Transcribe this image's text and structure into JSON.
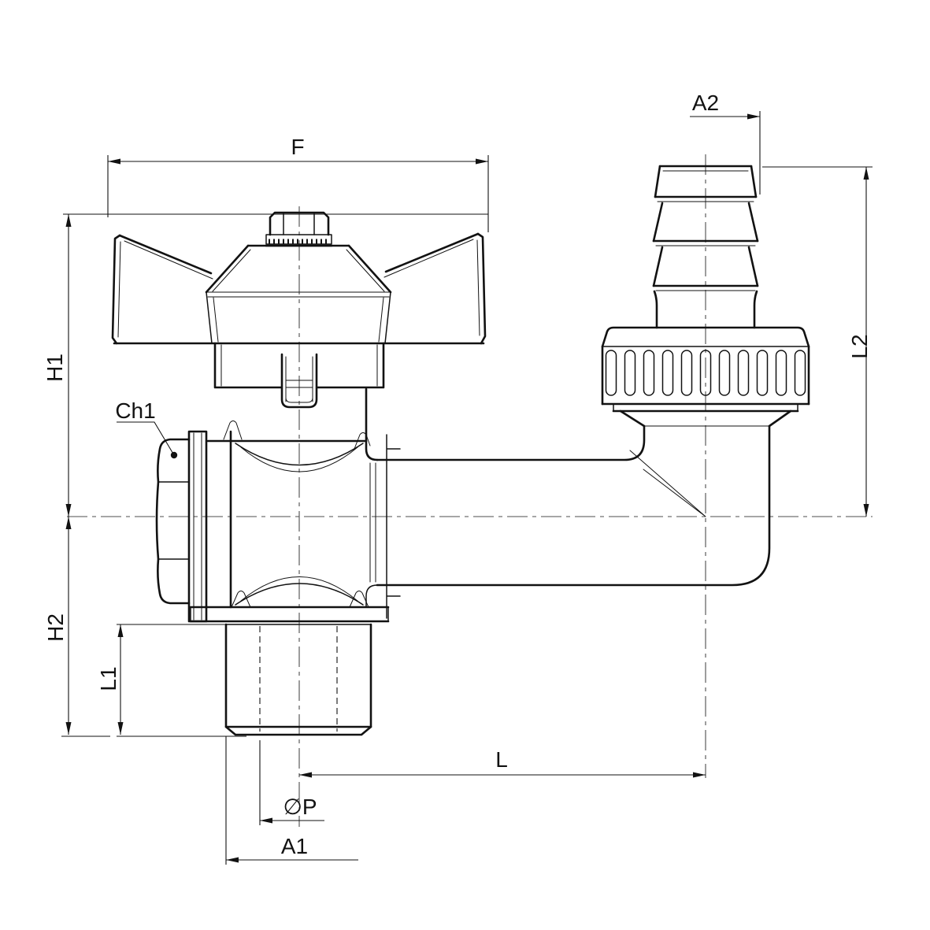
{
  "drawing": {
    "description": "Angle ball valve technical dimension drawing",
    "labels": {
      "f": "F",
      "a2": "A2",
      "h1": "H1",
      "ch1": "Ch1",
      "l2": "L2",
      "h2": "H2",
      "l1": "L1",
      "l": "L",
      "p": "∅P",
      "a1": "A1"
    },
    "colors": {
      "background": "#ffffff",
      "line": "#121212",
      "centerline": "#4d4d4d"
    }
  }
}
